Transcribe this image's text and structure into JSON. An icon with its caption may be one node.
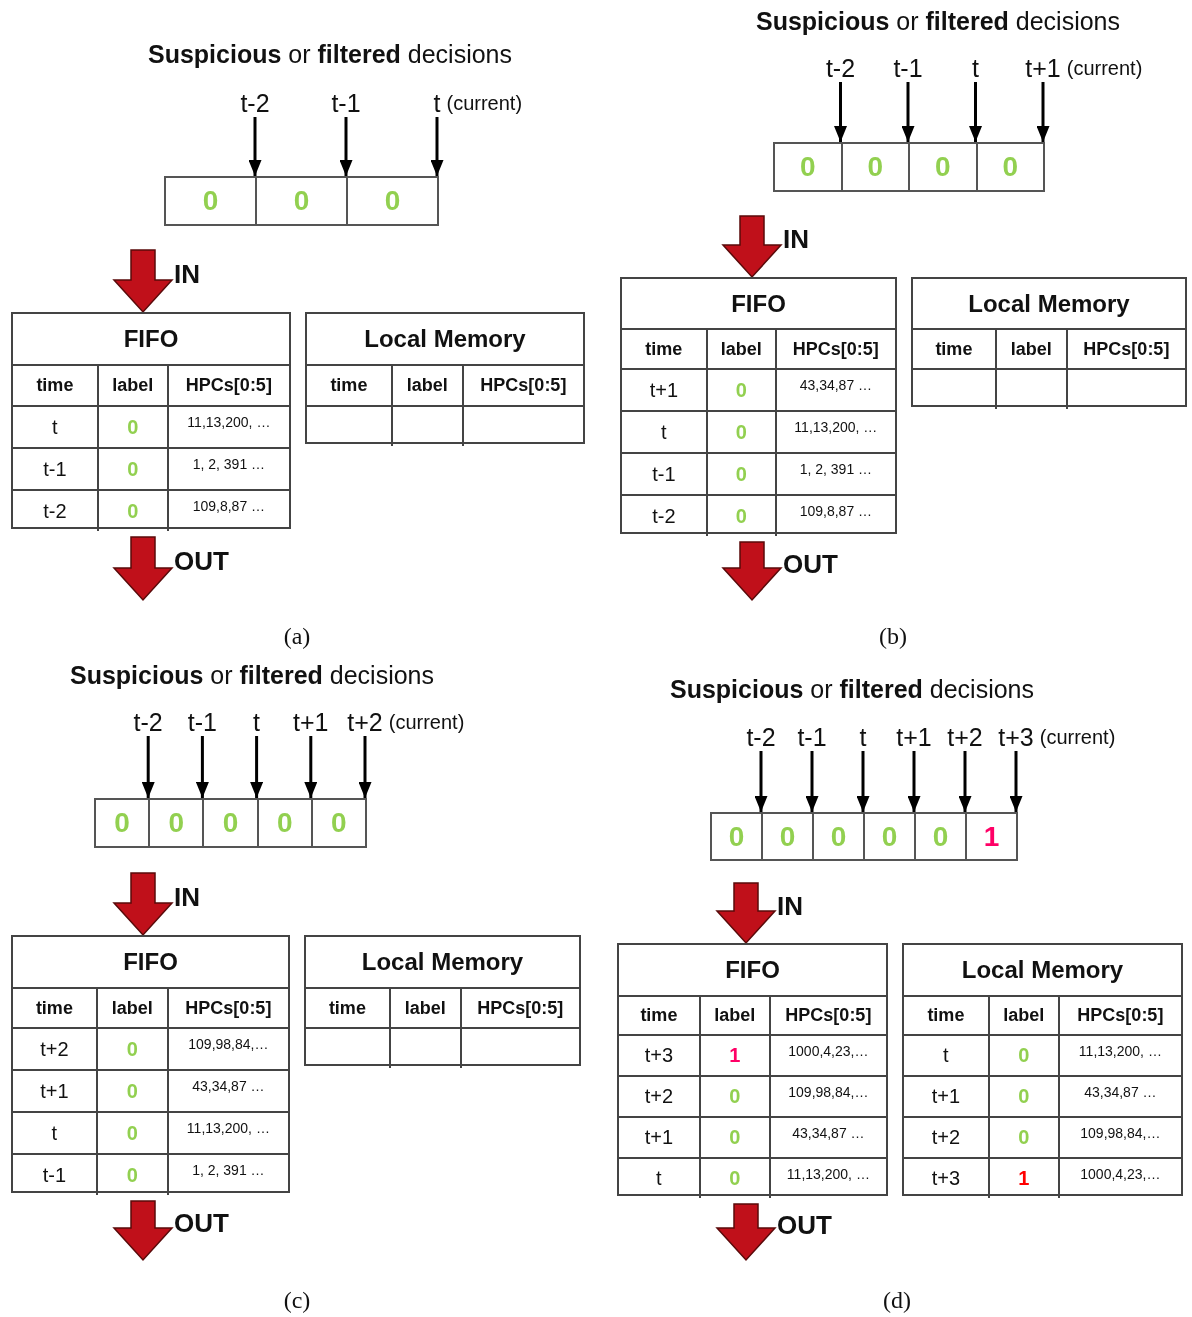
{
  "diagram": {
    "nodes": [
      {
        "text": [
          "t-2"
        ]
      },
      {
        "text": [
          "t-1"
        ]
      },
      {
        "text": [
          "t"
        ],
        "beside": [
          "(current)"
        ]
      },
      {
        "text": [
          "0"
        ]
      },
      {
        "text": [
          "0"
        ]
      },
      {
        "text": [
          "0"
        ]
      },
      {
        "text": [
          "FIFO"
        ]
      },
      {
        "text": [
          "time",
          "label",
          "HPCs[0:5]"
        ],
        "in": 6
      },
      {
        "text": [
          "t",
          "0",
          "11,13,200, …"
        ],
        "in": 6
      },
      {
        "text": [
          "t-1",
          "0",
          "1, 2, 391 …"
        ],
        "in": 6
      },
      {
        "text": [
          "t-2",
          "0",
          "109,8,87 …"
        ],
        "in": 6
      },
      {
        "text": [
          "Local Memory"
        ]
      },
      {
        "text": [
          "time",
          "label",
          "HPCs[0:5]"
        ],
        "in": 11
      },
      {
        "text": [],
        "shape": "box",
        "in": 11
      },
      {
        "text": [
          "t-2"
        ]
      },
      {
        "text": [
          "t-1"
        ]
      },
      {
        "text": [
          "t"
        ]
      },
      {
        "text": [
          "t+1"
        ],
        "beside": [
          "(current)"
        ]
      },
      {
        "text": [
          "0"
        ]
      },
      {
        "text": [
          "0"
        ]
      },
      {
        "text": [
          "0"
        ]
      },
      {
        "text": [
          "0"
        ]
      },
      {
        "text": [
          "FIFO"
        ]
      },
      {
        "text": [
          "time",
          "label",
          "HPCs[0:5]"
        ],
        "in": 22
      },
      {
        "text": [
          "t+1",
          "0",
          "43,34,87 …"
        ],
        "in": 22
      },
      {
        "text": [
          "t",
          "0",
          "11,13,200, …"
        ],
        "in": 22
      },
      {
        "text": [
          "t-1",
          "0",
          "1, 2, 391 …"
        ],
        "in": 22
      },
      {
        "text": [
          "t-2",
          "0",
          "109,8,87 …"
        ],
        "in": 22
      },
      {
        "text": [
          "Local Memory"
        ]
      },
      {
        "text": [
          "time",
          "label",
          "HPCs[0:5]"
        ],
        "in": 28
      },
      {
        "text": [],
        "shape": "box",
        "in": 28
      },
      {
        "text": [
          "t-2"
        ]
      },
      {
        "text": [
          "t-1"
        ]
      },
      {
        "text": [
          "t"
        ]
      },
      {
        "text": [
          "t+1"
        ]
      },
      {
        "text": [
          "t+2"
        ],
        "beside": [
          "(current)"
        ]
      },
      {
        "text": [
          "0"
        ]
      },
      {
        "text": [
          "0"
        ]
      },
      {
        "text": [
          "0"
        ]
      },
      {
        "text": [
          "0"
        ]
      },
      {
        "text": [
          "0"
        ]
      },
      {
        "text": [
          "FIFO"
        ]
      },
      {
        "text": [
          "time",
          "label",
          "HPCs[0:5]"
        ],
        "in": 41
      },
      {
        "text": [
          "t+2",
          "0",
          "109,98,84,…"
        ],
        "in": 41
      },
      {
        "text": [
          "t+1",
          "0",
          "43,34,87 …"
        ],
        "in": 41
      },
      {
        "text": [
          "t",
          "0",
          "11,13,200, …"
        ],
        "in": 41
      },
      {
        "text": [
          "t-1",
          "0",
          "1, 2, 391 …"
        ],
        "in": 41
      },
      {
        "text": [
          "Local Memory"
        ]
      },
      {
        "text": [
          "time",
          "label",
          "HPCs[0:5]"
        ],
        "in": 47
      },
      {
        "text": [],
        "shape": "box",
        "in": 47
      },
      {
        "text": [
          "t-2"
        ]
      },
      {
        "text": [
          "t-1"
        ]
      },
      {
        "text": [
          "t"
        ]
      },
      {
        "text": [
          "t+1"
        ]
      },
      {
        "text": [
          "t+2"
        ]
      },
      {
        "text": [
          "t+3"
        ],
        "beside": [
          "(current)"
        ]
      },
      {
        "text": [
          "0"
        ]
      },
      {
        "text": [
          "0"
        ]
      },
      {
        "text": [
          "0"
        ]
      },
      {
        "text": [
          "0"
        ]
      },
      {
        "text": [
          "0"
        ]
      },
      {
        "text": [
          "1"
        ]
      },
      {
        "text": [
          "FIFO"
        ]
      },
      {
        "text": [
          "time",
          "label",
          "HPCs[0:5]"
        ],
        "in": 62
      },
      {
        "text": [
          "t+3",
          "1",
          "1000,4,23,…"
        ],
        "in": 62
      },
      {
        "text": [
          "t+2",
          "0",
          "109,98,84,…"
        ],
        "in": 62
      },
      {
        "text": [
          "t+1",
          "0",
          "43,34,87 …"
        ],
        "in": 62
      },
      {
        "text": [
          "t",
          "0",
          "11,13,200, …"
        ],
        "in": 62
      },
      {
        "text": [
          "Local Memory"
        ]
      },
      {
        "text": [
          "time",
          "label",
          "HPCs[0:5]"
        ],
        "in": 68
      },
      {
        "text": [
          "t",
          "0",
          "11,13,200, …"
        ],
        "in": 68
      },
      {
        "text": [
          "t+1",
          "0",
          "43,34,87 …"
        ],
        "in": 68
      },
      {
        "text": [
          "t+2",
          "0",
          "109,98,84,…"
        ],
        "in": 68
      },
      {
        "text": [
          "t+3",
          "1",
          "1000,4,23,…"
        ],
        "in": 68
      }
    ],
    "edges": [
      {
        "from": 0,
        "to": 3,
        "arrow": "to"
      },
      {
        "from": 1,
        "to": 4,
        "arrow": "to"
      },
      {
        "from": 2,
        "to": 5,
        "arrow": "to"
      },
      {
        "from": null,
        "to": 6,
        "arrow": "to",
        "label": "IN",
        "style": "thick",
        "color": "#c0101a"
      },
      {
        "from": 6,
        "to": null,
        "arrow": "to",
        "label": "OUT",
        "style": "thick",
        "color": "#c0101a"
      },
      {
        "from": 14,
        "to": 18,
        "arrow": "to"
      },
      {
        "from": 15,
        "to": 19,
        "arrow": "to"
      },
      {
        "from": 16,
        "to": 20,
        "arrow": "to"
      },
      {
        "from": 17,
        "to": 21,
        "arrow": "to"
      },
      {
        "from": null,
        "to": 22,
        "arrow": "to",
        "label": "IN",
        "style": "thick",
        "color": "#c0101a"
      },
      {
        "from": 22,
        "to": null,
        "arrow": "to",
        "label": "OUT",
        "style": "thick",
        "color": "#c0101a"
      },
      {
        "from": 31,
        "to": 36,
        "arrow": "to"
      },
      {
        "from": 32,
        "to": 37,
        "arrow": "to"
      },
      {
        "from": 33,
        "to": 38,
        "arrow": "to"
      },
      {
        "from": 34,
        "to": 39,
        "arrow": "to"
      },
      {
        "from": 35,
        "to": 40,
        "arrow": "to"
      },
      {
        "from": null,
        "to": 41,
        "arrow": "to",
        "label": "IN",
        "style": "thick",
        "color": "#c0101a"
      },
      {
        "from": 41,
        "to": null,
        "arrow": "to",
        "label": "OUT",
        "style": "thick",
        "color": "#c0101a"
      },
      {
        "from": 50,
        "to": 56,
        "arrow": "to"
      },
      {
        "from": 51,
        "to": 57,
        "arrow": "to"
      },
      {
        "from": 52,
        "to": 58,
        "arrow": "to"
      },
      {
        "from": 53,
        "to": 59,
        "arrow": "to"
      },
      {
        "from": 54,
        "to": 60,
        "arrow": "to"
      },
      {
        "from": 55,
        "to": 61,
        "arrow": "to"
      },
      {
        "from": null,
        "to": 62,
        "arrow": "to",
        "label": "IN",
        "style": "thick",
        "color": "#c0101a"
      },
      {
        "from": 62,
        "to": null,
        "arrow": "to",
        "label": "OUT",
        "style": "thick",
        "color": "#c0101a"
      }
    ],
    "labels": [
      "**Suspicious** or **filtered** decisions",
      "**Suspicious** or **filtered** decisions",
      "(a)",
      "(b)",
      "**Suspicious** or **filtered** decisions",
      "**Suspicious** or **filtered** decisions",
      "(c)",
      "(d)"
    ]
  }
}
